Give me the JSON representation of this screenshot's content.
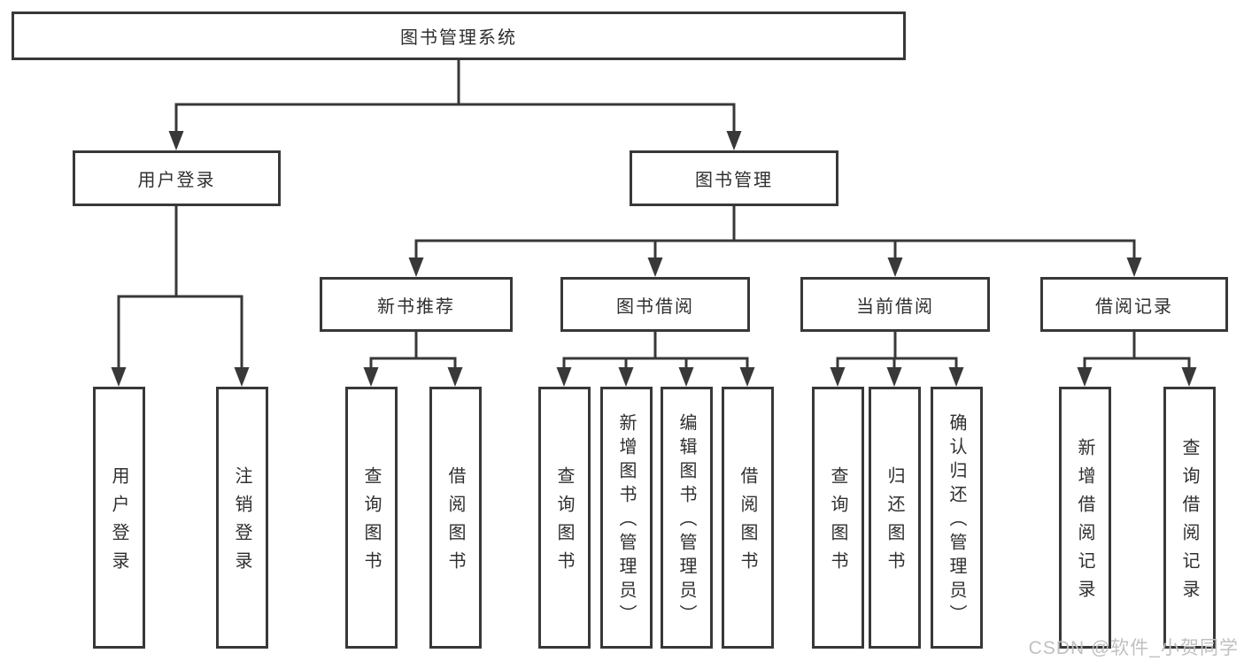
{
  "diagram": {
    "line_color": "#383838",
    "background": "#ffffff",
    "tree": {
      "root": {
        "label": "图书管理系统"
      },
      "branches": [
        {
          "label": "用户登录",
          "children": [
            {
              "label": "用户登录"
            },
            {
              "label": "注销登录"
            }
          ]
        },
        {
          "label": "图书管理",
          "children": [
            {
              "label": "新书推荐",
              "children": [
                {
                  "label": "查询图书"
                },
                {
                  "label": "借阅图书"
                }
              ]
            },
            {
              "label": "图书借阅",
              "children": [
                {
                  "label": "查询图书"
                },
                {
                  "label": "新增图书（管理员）"
                },
                {
                  "label": "编辑图书（管理员）"
                },
                {
                  "label": "借阅图书"
                }
              ]
            },
            {
              "label": "当前借阅",
              "children": [
                {
                  "label": "查询图书"
                },
                {
                  "label": "归还图书"
                },
                {
                  "label": "确认归还（管理员）"
                }
              ]
            },
            {
              "label": "借阅记录",
              "children": [
                {
                  "label": "新增借阅记录"
                },
                {
                  "label": "查询借阅记录"
                }
              ]
            }
          ]
        }
      ]
    }
  },
  "watermark": {
    "text": "CSDN @软件_小贺同学"
  }
}
